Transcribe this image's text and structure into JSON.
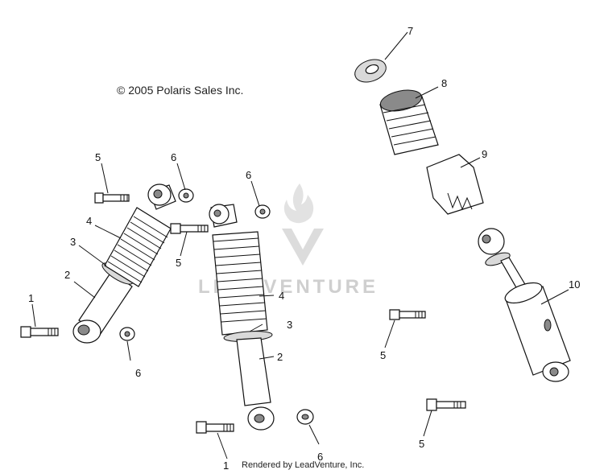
{
  "copyright": "© 2005 Polaris Sales Inc.",
  "rendered_by": "Rendered by LeadVenture, Inc.",
  "watermark": {
    "text": "LEADVENTURE",
    "color": "#cfcfcf"
  },
  "callouts": {
    "c1a": "1",
    "c1b": "1",
    "c2a": "2",
    "c2b": "2",
    "c3a": "3",
    "c3b": "3",
    "c4a": "4",
    "c4b": "4",
    "c5a": "5",
    "c5b": "5",
    "c5c": "5",
    "c5d": "5",
    "c6a": "6",
    "c6b": "6",
    "c6c": "6",
    "c6d": "6",
    "c7": "7",
    "c8": "8",
    "c9": "9",
    "c10": "10"
  }
}
